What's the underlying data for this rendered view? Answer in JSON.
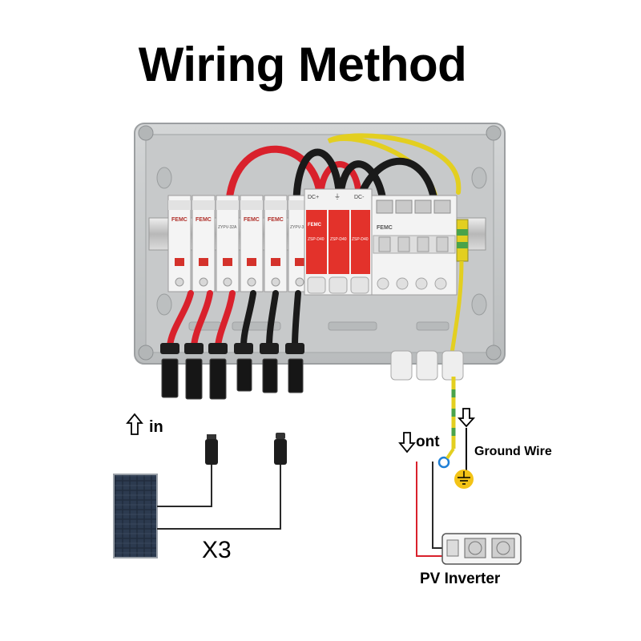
{
  "title": "Wiring Method",
  "labels": {
    "input": "in",
    "output": "ont",
    "ground": "Ground Wire",
    "count": "X3",
    "inverter": "PV Inverter"
  },
  "brand": "FEMC",
  "breaker_markings": [
    "DC+",
    "⏚",
    "DC-"
  ],
  "device_text": {
    "fuse_model": "ZYPV-32A",
    "spd_model": "ZSP-D40"
  },
  "colors": {
    "positive_wire": "#d9212c",
    "negative_wire": "#1a1a1a",
    "ground_wire": "#e3cf20",
    "ground_stripe": "#4aa34a",
    "spd_red": "#e3322b",
    "enclosure": "#c9cbcc"
  },
  "icons": [
    "arrow-up-icon",
    "arrow-down-icon",
    "ground-symbol-icon",
    "solar-panel-icon",
    "inverter-icon",
    "mc4-connector-icon"
  ]
}
